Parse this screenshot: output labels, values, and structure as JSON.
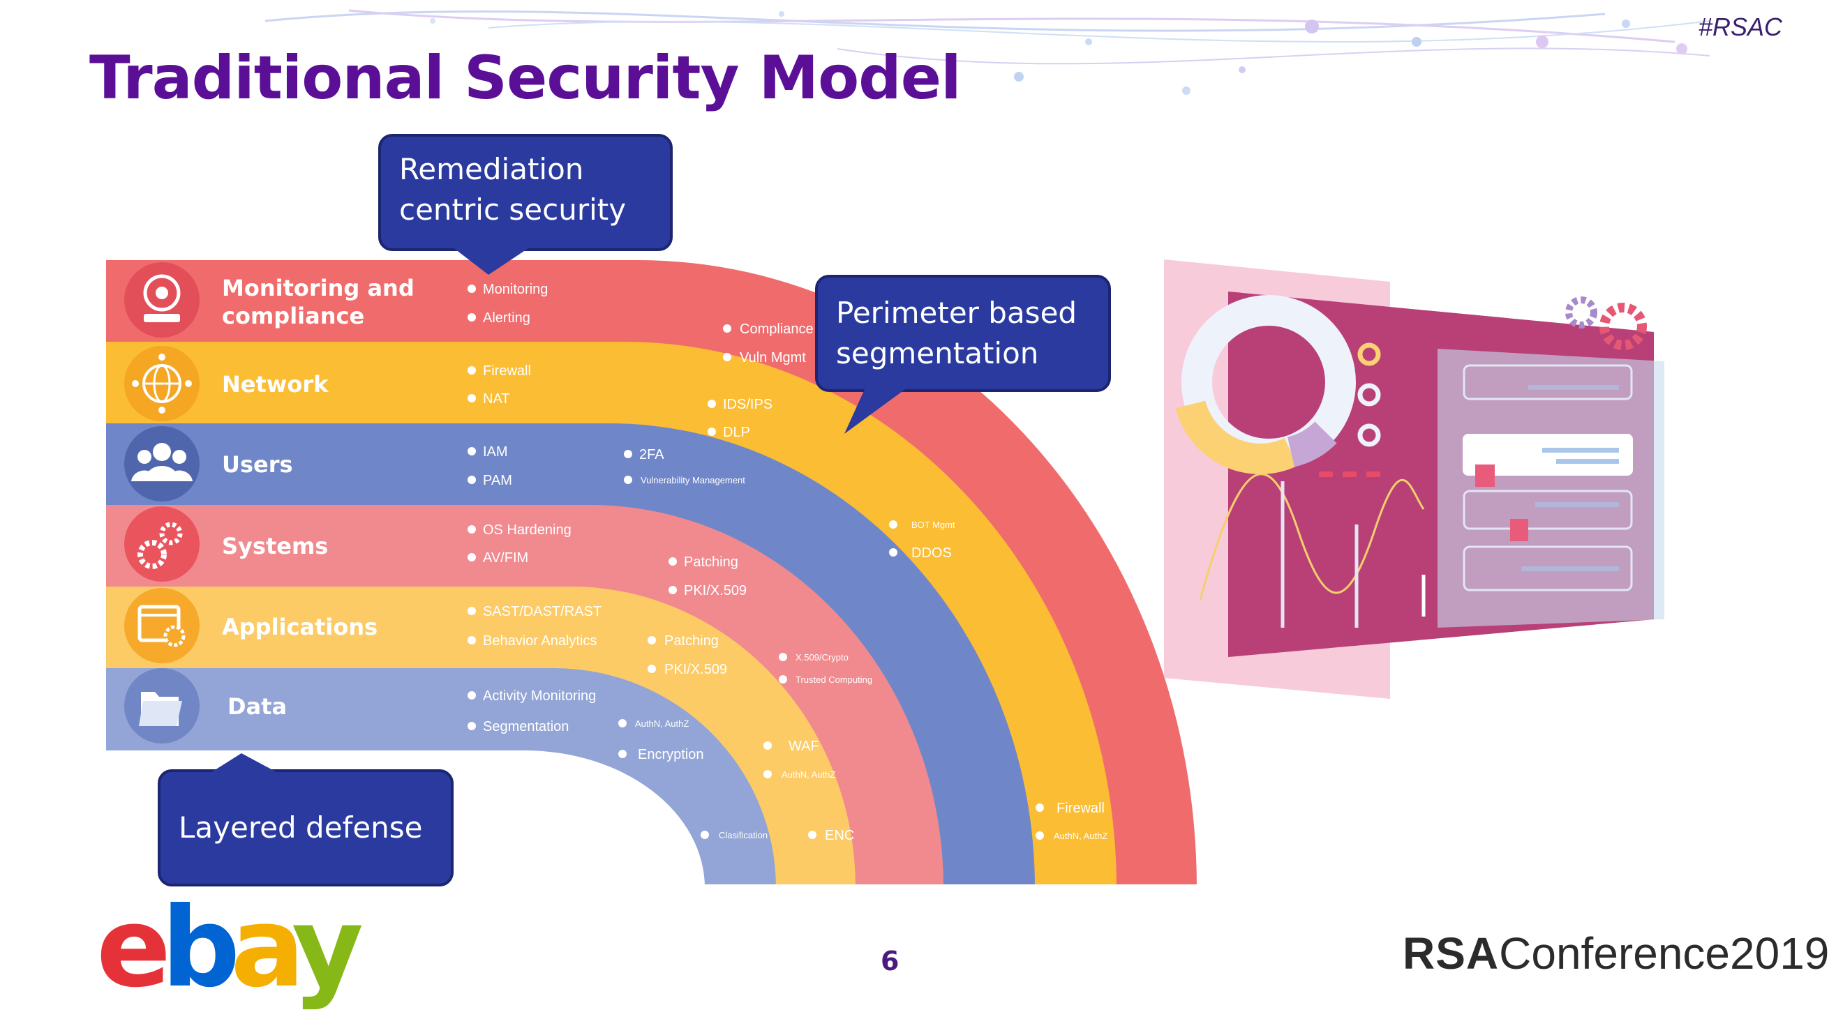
{
  "slide": {
    "title": "Traditional Security Model",
    "hashtag": "#RSAC",
    "page_number": "6"
  },
  "callouts": {
    "remediation": [
      "Remediation",
      "centric security"
    ],
    "perimeter": [
      "Perimeter based",
      "segmentation"
    ],
    "layered": "Layered defense"
  },
  "layers": [
    {
      "label_lines": [
        "Monitoring and",
        "compliance"
      ],
      "icon": "webcam-icon",
      "color": "#f06c6c"
    },
    {
      "label_lines": [
        "Network"
      ],
      "icon": "globe-network-icon",
      "color": "#fbbd33"
    },
    {
      "label_lines": [
        "Users"
      ],
      "icon": "users-group-icon",
      "color": "#6f87c8"
    },
    {
      "label_lines": [
        "Systems"
      ],
      "icon": "gears-icon",
      "color": "#f08a8f"
    },
    {
      "label_lines": [
        "Applications"
      ],
      "icon": "app-settings-icon",
      "color": "#fdcb66"
    },
    {
      "label_lines": [
        "Data"
      ],
      "icon": "folder-icon",
      "color": "#93a5d6"
    }
  ],
  "bullets": {
    "monitoring": [
      "Monitoring",
      "Alerting",
      "Compliance",
      "Vuln Mgmt"
    ],
    "network": [
      "Firewall",
      "NAT",
      "IDS/IPS",
      "DLP",
      "BOT Mgmt",
      "DDOS",
      "Firewall",
      "AuthN, AuthZ"
    ],
    "users": [
      "IAM",
      "PAM",
      "2FA",
      "Vulnerability Management"
    ],
    "systems": [
      "OS Hardening",
      "AV/FIM",
      "Patching",
      "PKI/X.509",
      "X.509/Crypto",
      "Trusted Computing"
    ],
    "applications": [
      "SAST/DAST/RAST",
      "Behavior Analytics",
      "Patching",
      "PKI/X.509",
      "WAF",
      "AuthN, AuthZ",
      "ENC"
    ],
    "data": [
      "Activity Monitoring",
      "Segmentation",
      "AuthN, AuthZ",
      "Encryption",
      "Clasification"
    ]
  },
  "logos": {
    "ebay": {
      "e": "e",
      "b": "b",
      "a": "a",
      "y": "y",
      "colors": [
        "#e53238",
        "#0064d2",
        "#f5af02",
        "#86b817"
      ]
    },
    "rsa_strong": "RSA",
    "rsa_rest": "Conference2019"
  },
  "colors": {
    "title": "#5b0f97",
    "callout_bg": "#2a3a9f",
    "callout_border": "#1c2570"
  }
}
